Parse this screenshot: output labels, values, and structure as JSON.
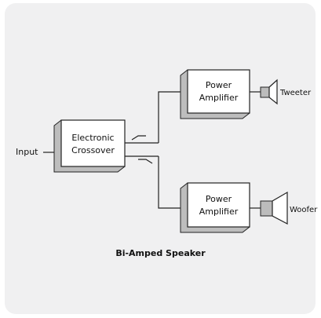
{
  "diagram": {
    "title": "Bi-Amped Speaker",
    "input_label": "Input",
    "crossover": {
      "line1": "Electronic",
      "line2": "Crossover"
    },
    "amp_top": {
      "line1": "Power",
      "line2": "Amplifier"
    },
    "amp_bottom": {
      "line1": "Power",
      "line2": "Amplifier"
    },
    "tweeter_label": "Tweeter",
    "woofer_label": "Woofer"
  },
  "colors": {
    "panel": "#f0f0f1",
    "box_face": "#ffffff",
    "box_shadow": "#bdbdbd",
    "line": "#222222",
    "speaker_fill": "#bcbcbc"
  }
}
